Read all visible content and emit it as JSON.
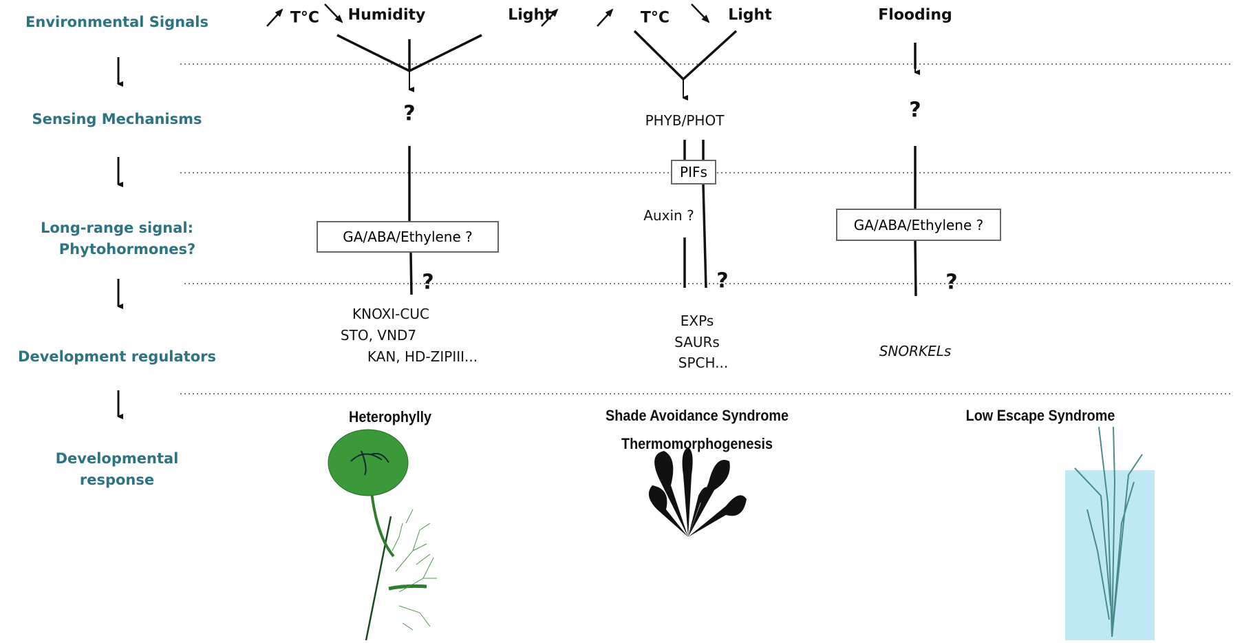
{
  "rows": {
    "env": "Environmental Signals",
    "sensing": "Sensing Mechanisms",
    "longrange_1": "Long-range signal:",
    "longrange_2": "Phytohormones?",
    "regulators": "Development regulators",
    "response_1": "Developmental",
    "response_2": "response"
  },
  "col1": {
    "sig1": "T°C",
    "sig2": "Humidity",
    "sig3": "Light",
    "sensor": "?",
    "hormone": "GA/ABA/Ethylene ?",
    "q": "?",
    "regs": [
      "KNOXI-CUC",
      "STO, VND7",
      "KAN, HD-ZIPIII..."
    ],
    "response": "Heterophylly"
  },
  "col2": {
    "sig1": "T°C",
    "sig2": "Light",
    "sensor": "PHYB/PHOT",
    "pifs": "PIFs",
    "auxin": "Auxin ?",
    "q": "?",
    "regs": [
      "EXPs",
      "SAURs",
      "SPCH..."
    ],
    "response_1": "Shade Avoidance Syndrome",
    "response_2": "Thermomorphogenesis"
  },
  "col3": {
    "sig1": "Flooding",
    "sensor": "?",
    "hormone": "GA/ABA/Ethylene ?",
    "q": "?",
    "regs": [
      "SNORKELs"
    ],
    "response": "Low Escape Syndrome"
  },
  "colors": {
    "label": "#2e7383",
    "leaf": "#3a9a3a",
    "water": "#bfe8f7"
  }
}
